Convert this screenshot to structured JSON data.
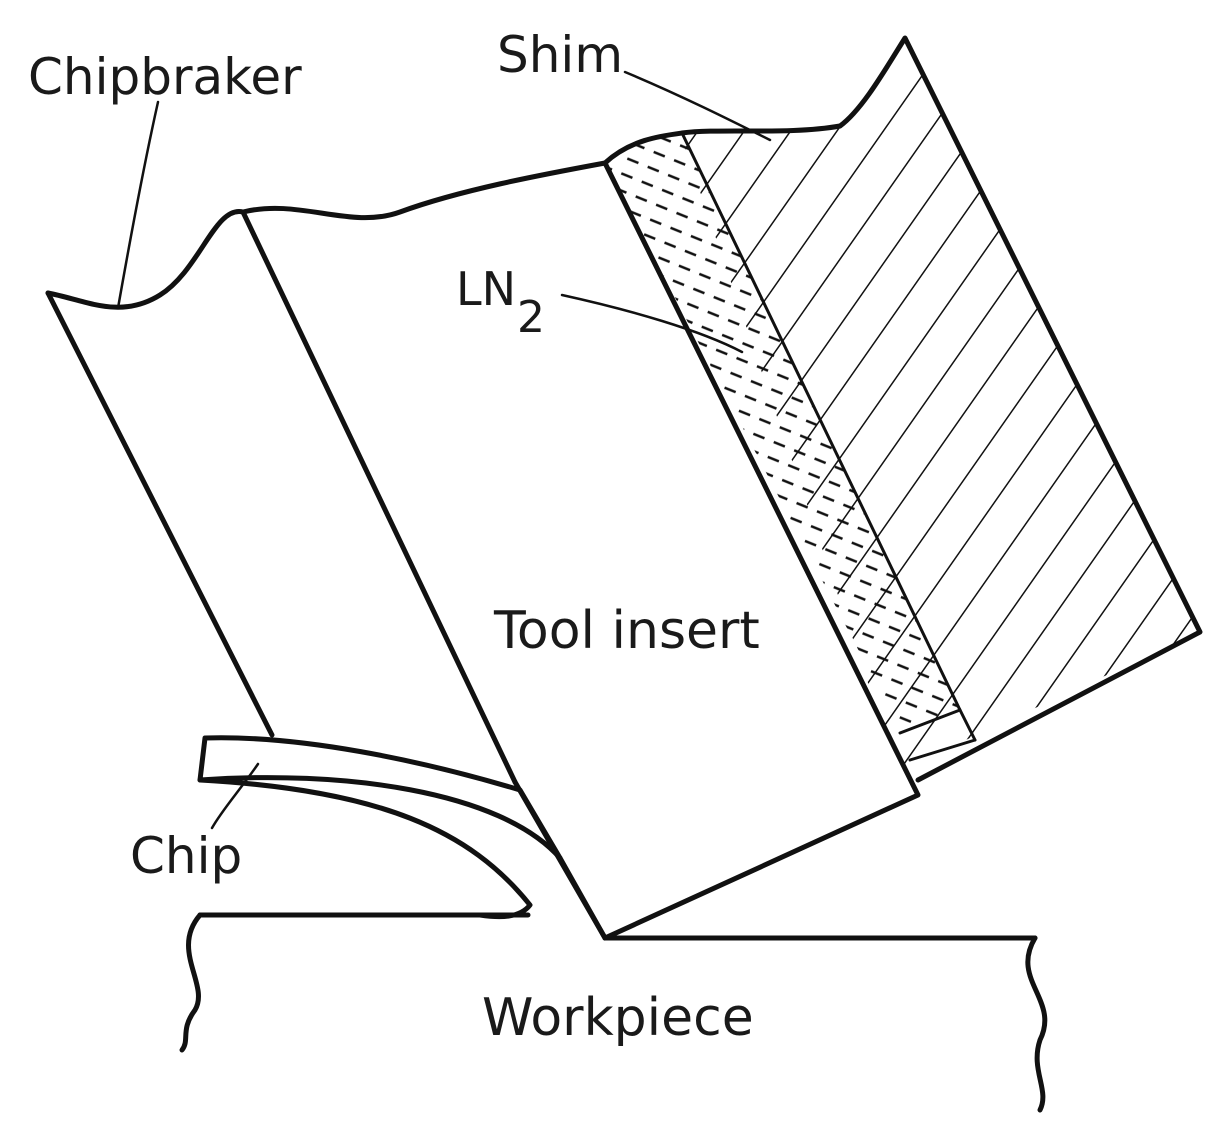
{
  "labels": {
    "chipbraker": "Chipbraker",
    "shim": "Shim",
    "ln2_main": "LN",
    "ln2_sub": "2",
    "tool_insert": "Tool insert",
    "chip": "Chip",
    "workpiece": "Workpiece"
  },
  "colors": {
    "line": "#111111",
    "background": "#ffffff",
    "text": "#1a1a1a"
  }
}
